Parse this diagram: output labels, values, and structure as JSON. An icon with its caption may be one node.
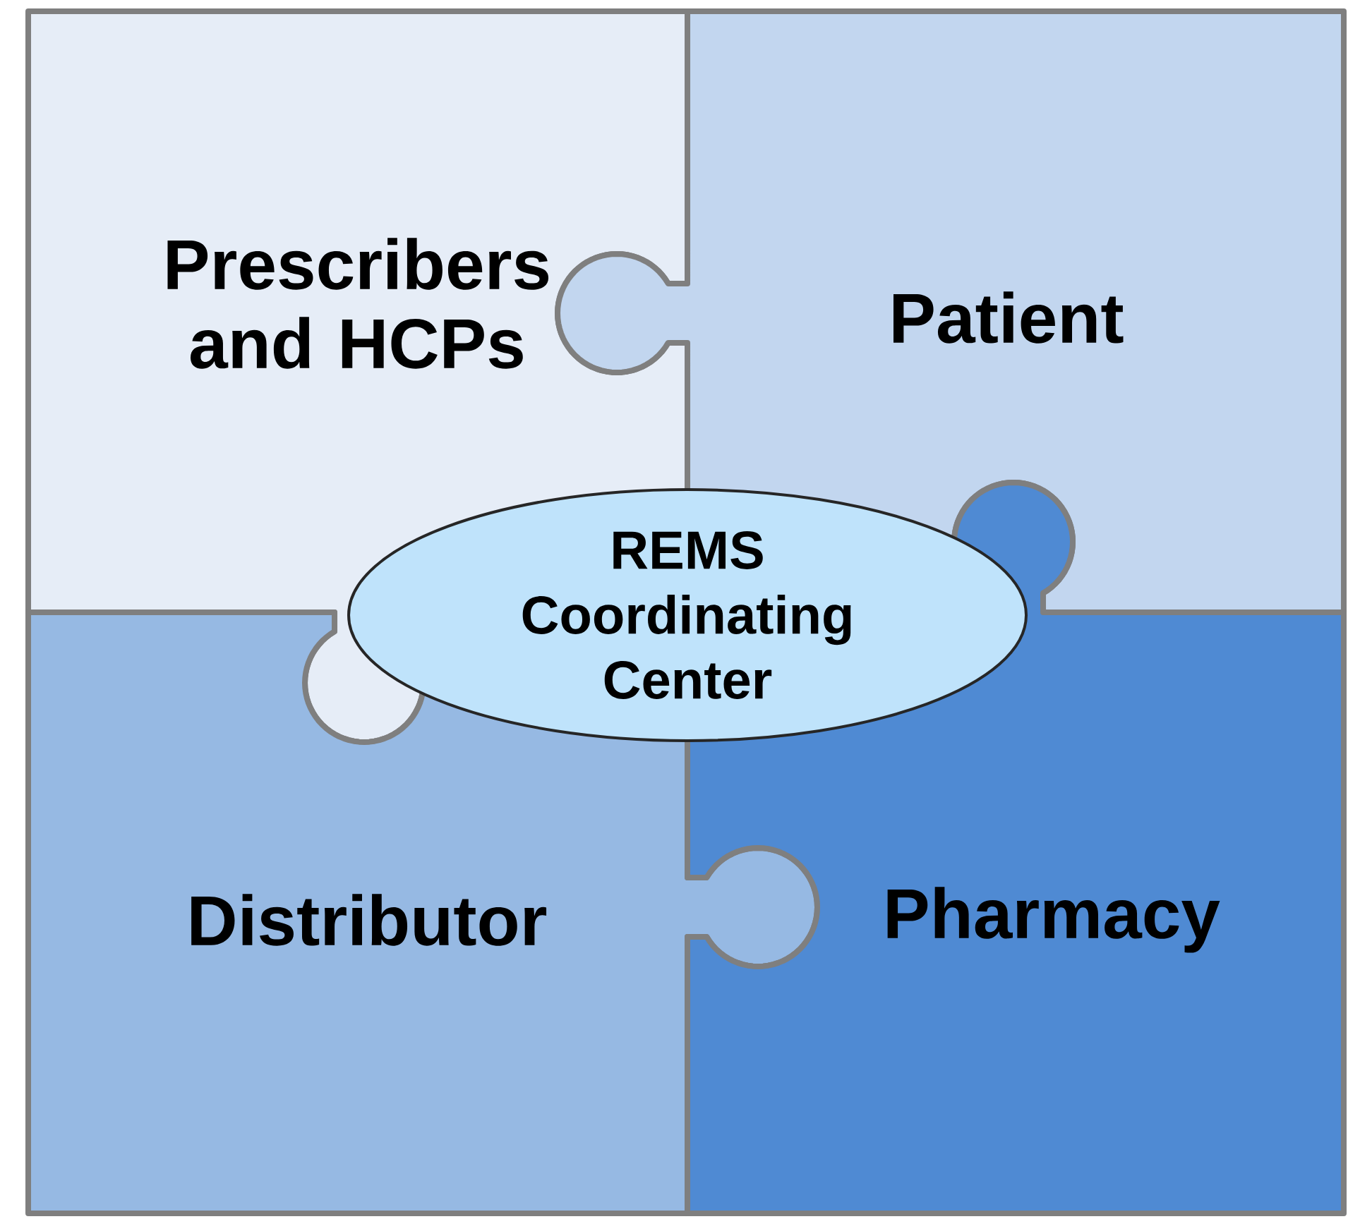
{
  "diagram": {
    "nodes": [
      {
        "text": [
          "Prescribers and HCPs"
        ]
      },
      {
        "text": [
          "Patient"
        ]
      },
      {
        "text": [
          "Distributor"
        ]
      },
      {
        "text": [
          "Pharmacy"
        ]
      },
      {
        "text": [
          "REMS Coordinating Center"
        ]
      }
    ]
  }
}
